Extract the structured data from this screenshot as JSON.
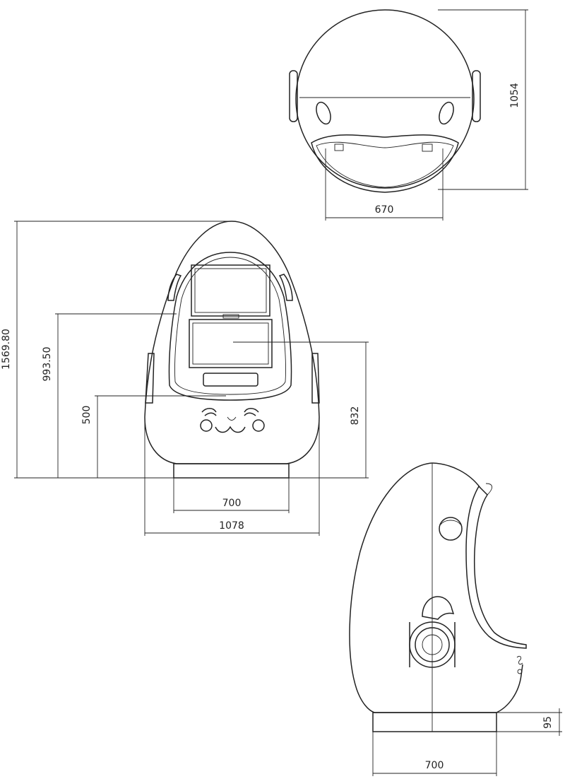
{
  "drawing": {
    "top_view": {
      "height_label": "1054",
      "width_label": "670"
    },
    "front_view": {
      "total_height_label": "1569.80",
      "window_bottom_height_label": "993.50",
      "seat_height_label": "500",
      "right_height_label": "832",
      "base_width_label": "700",
      "total_width_label": "1078"
    },
    "side_view": {
      "base_height_label": "95",
      "base_width_label": "700"
    }
  }
}
